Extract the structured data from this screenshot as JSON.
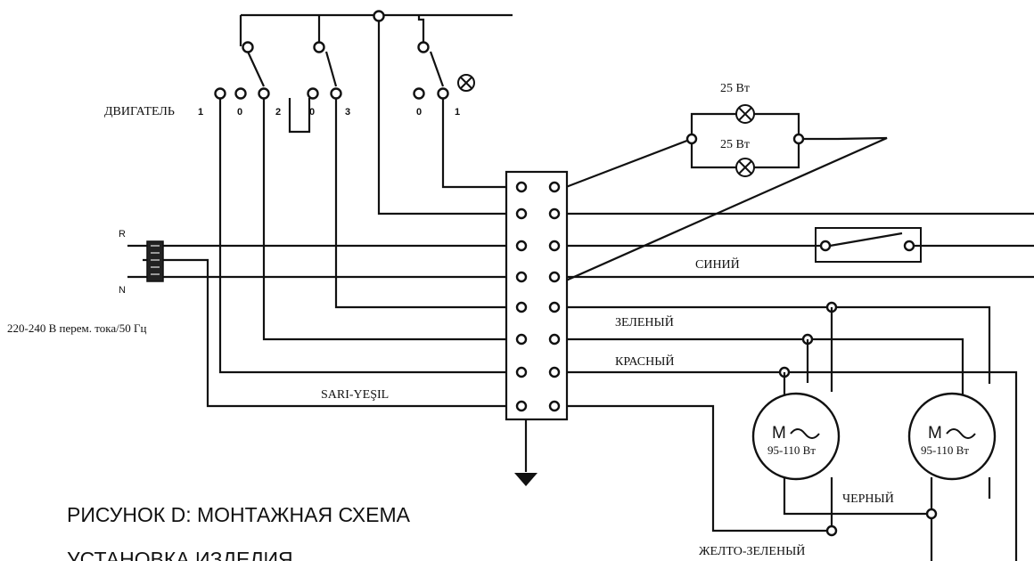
{
  "switch": {
    "label": "ДВИГАТЕЛЬ",
    "pos_1": "1",
    "pos_0a": "0",
    "pos_2": "2",
    "pos_0b": "0",
    "pos_3": "3",
    "pos_0c": "0",
    "pos_1b": "1"
  },
  "lamps": {
    "top": "25 Вт",
    "bottom": "25 Вт"
  },
  "supply": {
    "phase": "R",
    "neutral": "N",
    "rating": "220-240 В перем. тока/50 Гц"
  },
  "wires": {
    "blue": "СИНИЙ",
    "green": "ЗЕЛЕНЫЙ",
    "red": "КРАСНЫЙ",
    "earth_tr": "SARI-YEŞIL",
    "black": "ЧЕРНЫЙ",
    "yellow_green": "ЖЕЛТО-ЗЕЛЕНЫЙ"
  },
  "motors": {
    "symbol": "M",
    "left_power": "95-110 Вт",
    "right_power": "95-110 Вт"
  },
  "caption": {
    "line1": "РИСУНОК D: МОНТАЖНАЯ СХЕМА",
    "line2": "УСТАНОВКА ИЗДЕЛИЯ"
  }
}
